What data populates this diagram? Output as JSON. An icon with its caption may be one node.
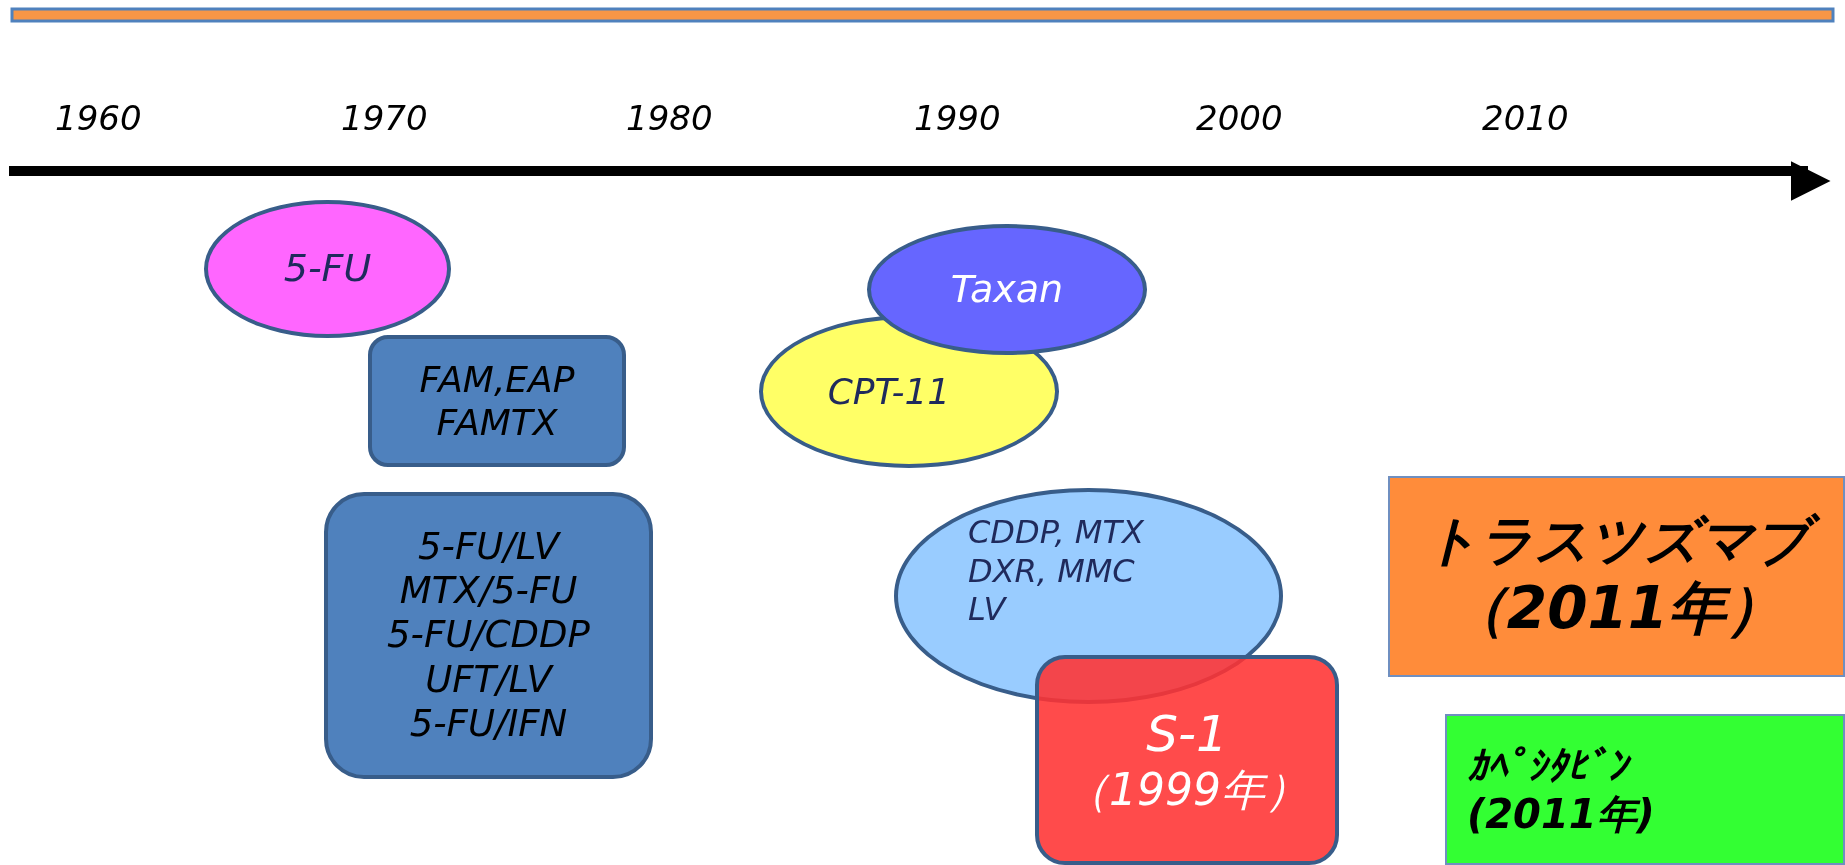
{
  "diagram": {
    "nodes": [
      {
        "text": [
          "5-FU"
        ]
      },
      {
        "text": [
          "FAM,EAP",
          "FAMTX"
        ]
      },
      {
        "text": [
          "5-FU/LV",
          "MTX/5-FU",
          "5-FU/CDDP",
          "UFT/LV",
          "5-FU/IFN"
        ]
      },
      {
        "text": [
          "Taxan"
        ]
      },
      {
        "text": [
          "CPT-11"
        ]
      },
      {
        "text": [
          "CDDP, MTX",
          "DXR, MMC",
          "LV"
        ]
      },
      {
        "text": [
          "S-1",
          "（1999年）"
        ]
      },
      {
        "text": [
          "トラスツズマブ",
          "（2011年）"
        ]
      },
      {
        "text": [
          "ｶﾍﾟｼﾀﾋﾞﾝ",
          "(2011年)"
        ]
      }
    ],
    "edges": [],
    "labels": [
      "1960",
      "1970",
      "1980",
      "1990",
      "2000",
      "2010"
    ]
  }
}
